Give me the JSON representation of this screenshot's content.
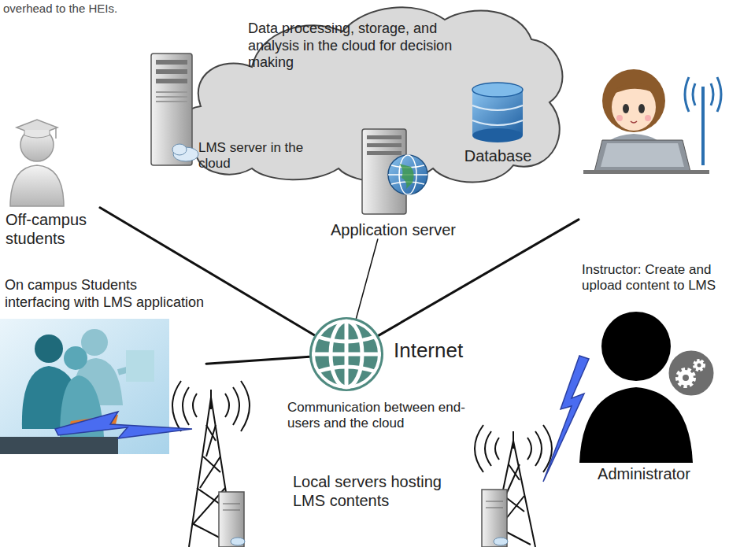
{
  "diagram": {
    "nodes": [
      {
        "text": [
          "Data processing, storage, and analysis in the cloud for decision making"
        ]
      },
      {
        "text": [
          "LMS server in the cloud"
        ],
        "in": 0
      },
      {
        "text": [
          "Database"
        ],
        "in": 0
      },
      {
        "text": [
          "Application server"
        ],
        "in": 0
      },
      {
        "text": [
          "Off-campus students"
        ]
      },
      {
        "text": [
          "On campus Students interfacing with LMS application"
        ]
      },
      {
        "text": [
          "Internet"
        ]
      },
      {
        "text": [
          "Instructor: Create and upload content to LMS"
        ]
      },
      {
        "text": [
          "Administrator"
        ]
      },
      {
        "text": [
          "Local servers hosting LMS contents"
        ]
      }
    ],
    "edges": [
      {
        "from": 4,
        "to": 6,
        "arrow": "none"
      },
      {
        "from": 5,
        "to": 6,
        "arrow": "none"
      },
      {
        "from": 7,
        "to": 6,
        "arrow": "none"
      },
      {
        "from": 6,
        "to": 3,
        "arrow": "none"
      }
    ],
    "labels": [
      "overhead to the HEIs.",
      "Communication between end-users and the cloud"
    ]
  }
}
